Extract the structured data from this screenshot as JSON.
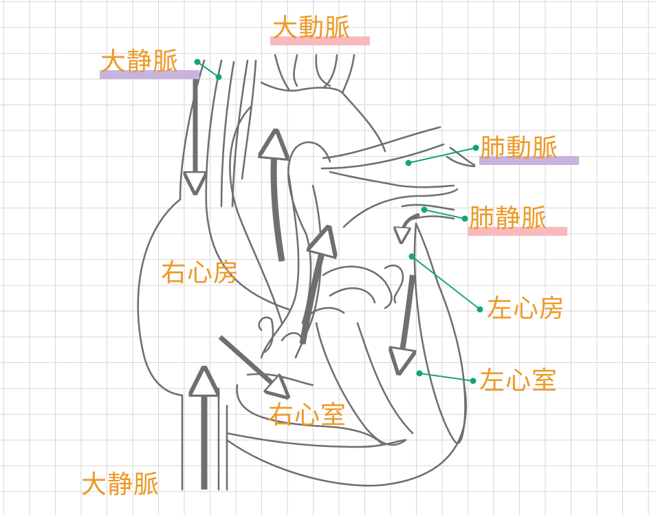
{
  "colors": {
    "label": "#ec9a28",
    "line": "#6f6f6f",
    "pointer": "#13a86a",
    "highlight_pink": "#f9b9bf",
    "highlight_purple": "#c8b3df",
    "grid": "#d6d6d6"
  },
  "labels": {
    "aorta": "大動脈",
    "superior_vena_cava": "大静脈",
    "inferior_vena_cava": "大静脈",
    "pulmonary_artery": "肺動脈",
    "pulmonary_vein": "肺静脈",
    "right_atrium": "右心房",
    "right_ventricle": "右心室",
    "left_atrium": "左心房",
    "left_ventricle": "左心室"
  }
}
